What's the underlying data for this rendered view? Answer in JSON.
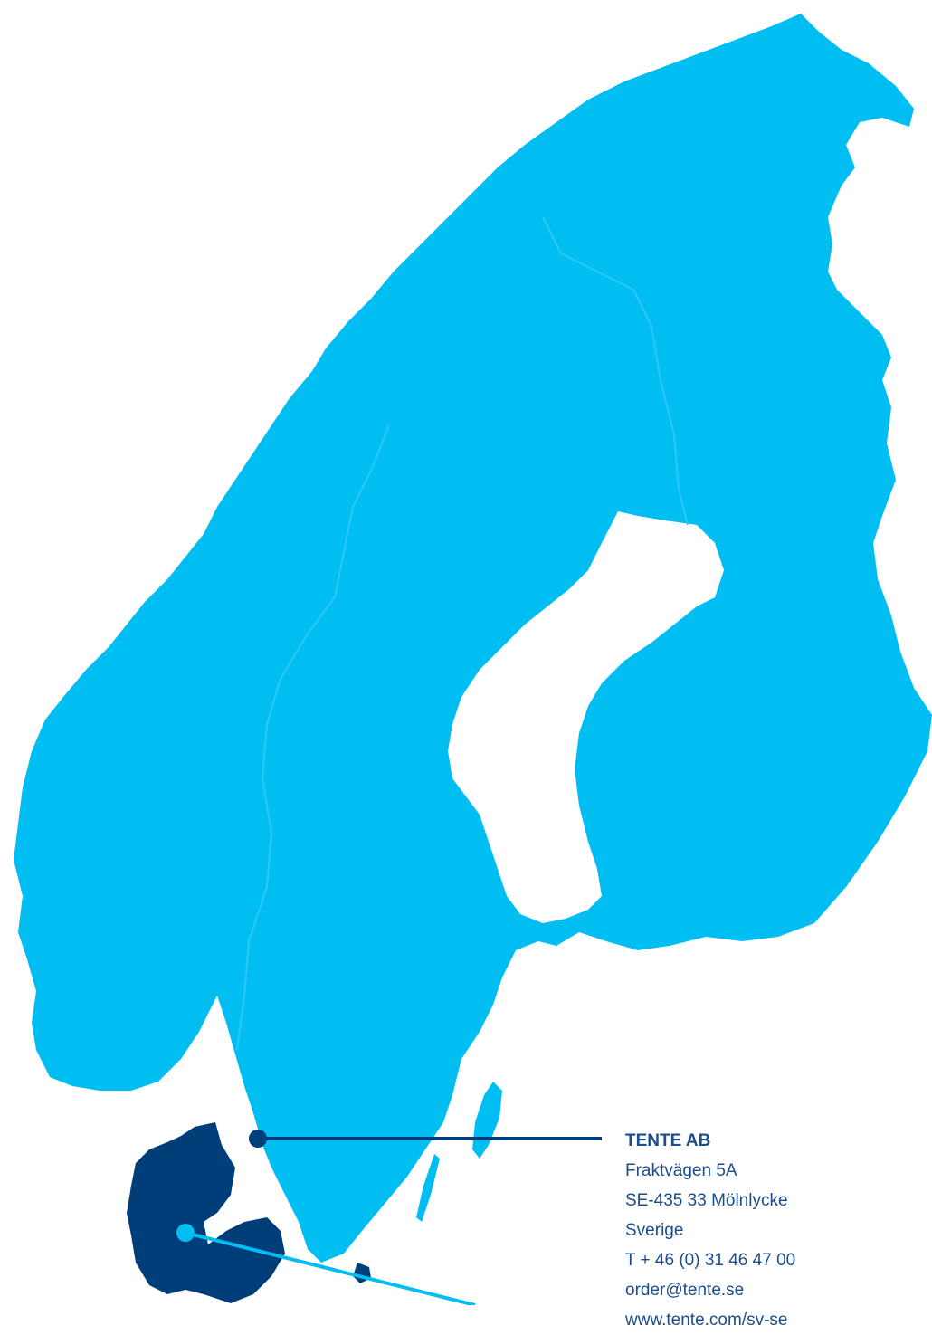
{
  "colors": {
    "land_nordic": "#00bdf2",
    "land_denmark": "#003e7a",
    "border_line": "#2ec7f4",
    "connector_dark": "#003e7a",
    "connector_light": "#00bdf2",
    "text": "#1b4d8c"
  },
  "contact": {
    "company": "TENTE AB",
    "street": "Fraktvägen 5A",
    "postal": "SE-435 33 Mölnlycke",
    "country": "Sverige",
    "phone": "T + 46 (0) 31 46 47 00",
    "email": "order@tente.se",
    "website": "www.tente.com/sv-se"
  }
}
